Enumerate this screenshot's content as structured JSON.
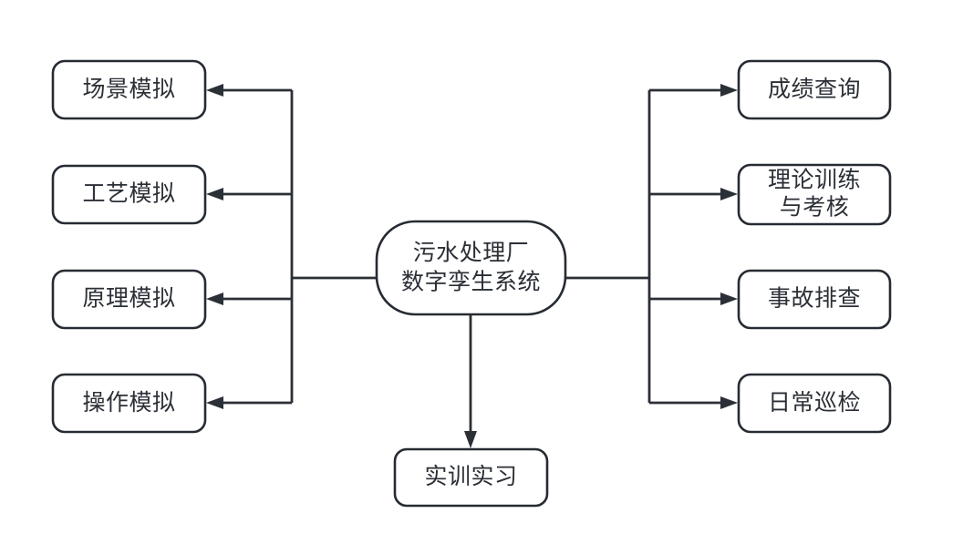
{
  "diagram": {
    "title": "污水处理厂数字孪生系统",
    "type": "hub-and-spoke-block-diagram",
    "background_color": "#ffffff",
    "stroke_color": "#262b33",
    "text_color": "#2b2f36",
    "center": {
      "id": "center-node",
      "line1": "污水处理厂",
      "line2": "数字孪生系统",
      "shape": "rounded-stadium"
    },
    "left_branch": {
      "direction": "center-to-left",
      "items": [
        {
          "id": "scene-simulation",
          "label": "场景模拟"
        },
        {
          "id": "process-simulation",
          "label": "工艺模拟"
        },
        {
          "id": "principle-simulation",
          "label": "原理模拟"
        },
        {
          "id": "operation-simulation",
          "label": "操作模拟"
        }
      ]
    },
    "right_branch": {
      "direction": "center-to-right",
      "items": [
        {
          "id": "score-query",
          "label": "成绩查询",
          "lines": [
            "成绩查询"
          ]
        },
        {
          "id": "theory-training-assessment",
          "label": "理论训练与考核",
          "lines": [
            "理论训练",
            "与考核"
          ]
        },
        {
          "id": "accident-investigation",
          "label": "事故排查",
          "lines": [
            "事故排查"
          ]
        },
        {
          "id": "daily-inspection",
          "label": "日常巡检",
          "lines": [
            "日常巡检"
          ]
        }
      ]
    },
    "bottom_branch": {
      "direction": "center-to-bottom",
      "items": [
        {
          "id": "practical-training",
          "label": "实训实习"
        }
      ]
    }
  }
}
